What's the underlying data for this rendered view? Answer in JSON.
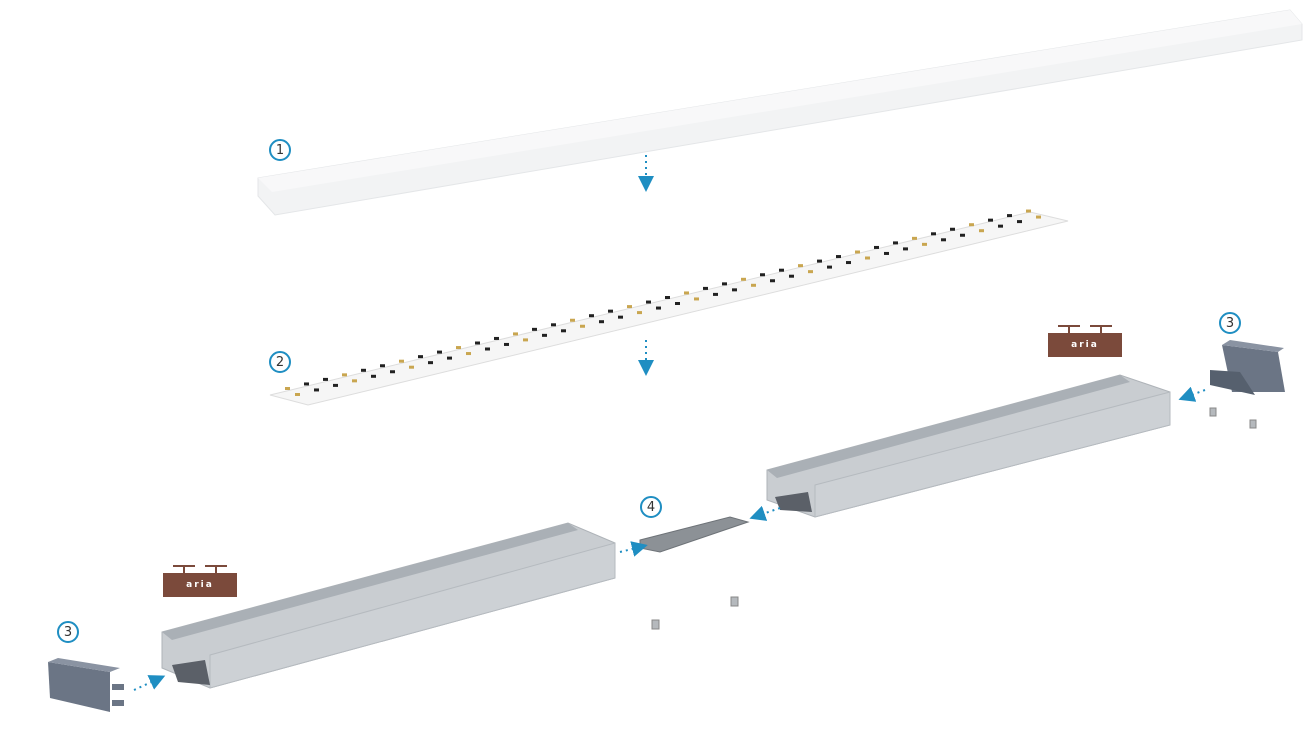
{
  "callouts": {
    "diffuser": "1",
    "led_strip": "2",
    "end_cap_right": "3",
    "end_cap_left": "3",
    "connector": "4"
  },
  "badges": {
    "right": "aria",
    "left": "aria"
  },
  "colors": {
    "callout": "#1f8ec2",
    "badge": "#7b4a3b",
    "aluminium": "#c3c8cd",
    "end_cap": "#6b7585"
  }
}
